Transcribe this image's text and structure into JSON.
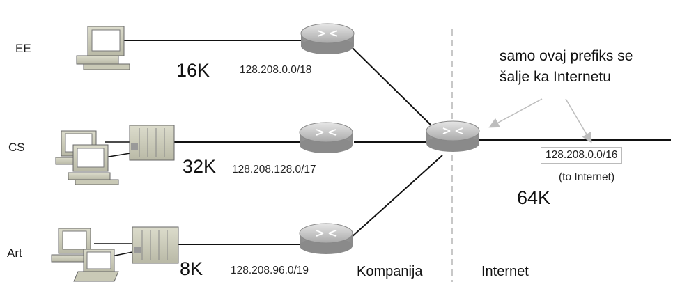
{
  "departments": [
    {
      "name": "EE",
      "size": "16K",
      "prefix": "128.208.0.0/18"
    },
    {
      "name": "CS",
      "size": "32K",
      "prefix": "128.208.128.0/17"
    },
    {
      "name": "Art",
      "size": "8K",
      "prefix": "128.208.96.0/19"
    }
  ],
  "internet": {
    "prefix": "128.208.0.0/16",
    "caption": "(to Internet)",
    "size": "64K"
  },
  "regions": {
    "company": "Kompanija",
    "internet": "Internet"
  },
  "note": {
    "line1": "samo ovaj prefiks se",
    "line2": "šalje ka Internetu"
  },
  "colors": {
    "line": "#111111",
    "router": "#9a9a9a",
    "divider": "#c8c8c8",
    "arrow": "#bdbdbd"
  }
}
